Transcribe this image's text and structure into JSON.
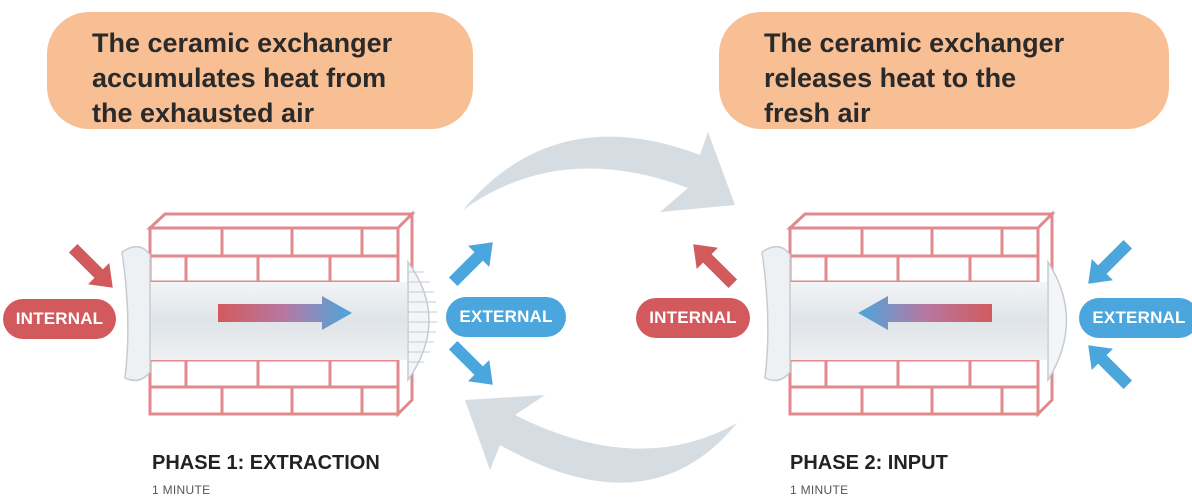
{
  "phase1": {
    "caption_lines": [
      "The ceramic exchanger",
      "accumulates heat from",
      "the exhausted air"
    ],
    "title": "PHASE 1: EXTRACTION",
    "duration": "1 MINUTE",
    "internal_label": "INTERNAL",
    "external_label": "EXTERNAL"
  },
  "phase2": {
    "caption_lines": [
      "The ceramic exchanger",
      "releases heat to the",
      "fresh air"
    ],
    "title": "PHASE 2: INPUT",
    "duration": "1 MINUTE",
    "internal_label": "INTERNAL",
    "external_label": "EXTERNAL"
  },
  "colors": {
    "warm": "#d25a5d",
    "cool": "#4aa6dd",
    "caption_bg": "#f9bf94",
    "cycle_arrow": "#d5dce2",
    "brick": "#e08a8d"
  }
}
